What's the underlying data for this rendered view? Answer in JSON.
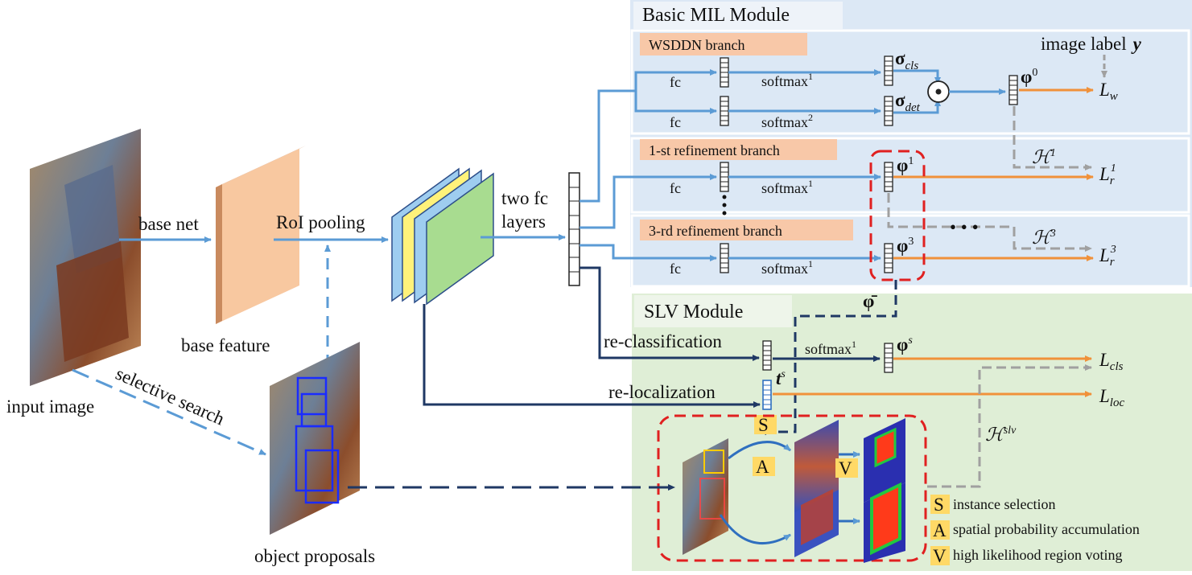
{
  "modules": {
    "mil": "Basic MIL Module",
    "slv": "SLV Module"
  },
  "branches": {
    "wsddn": "WSDDN branch",
    "ref1": "1-st refinement branch",
    "ref3": "3-rd refinement branch"
  },
  "left": {
    "input_image": "input image",
    "base_net": "base net",
    "base_feature": "base feature",
    "roi_pooling": "RoI pooling",
    "selective_search": "selective search",
    "object_proposals": "object proposals",
    "two_fc_line1": "two fc",
    "two_fc_line2": "layers"
  },
  "ops": {
    "fc": "fc",
    "softmax": "softmax",
    "re_classification": "re-classification",
    "re_localization": "re-localization",
    "odot": "⊙",
    "dots_h": "• • •",
    "image_label": "image label"
  },
  "math": {
    "sigma_cls": "σ",
    "sigma_cls_sub": "cls",
    "sigma_det": "σ",
    "sigma_det_sub": "det",
    "phi": "φ",
    "phi0_sup": "0",
    "phi1_sup": "1",
    "phi3_sup": "3",
    "phis_sup": "s",
    "phibar": "φ̄",
    "t": "t",
    "ts_sup": "s",
    "y": "y",
    "L": "L",
    "Lw_sub": "w",
    "Lr_sub": "r",
    "Lr1_sup": "1",
    "Lr3_sup": "3",
    "Lcls_sub": "cls",
    "Lloc_sub": "loc",
    "H": "ℋ",
    "H1_sup": "1",
    "H3_sup": "3",
    "Hslv_sup": "slv",
    "sup1": "1",
    "sup2": "2"
  },
  "legend": {
    "S_key": "S",
    "S_text": "instance selection",
    "A_key": "A",
    "A_text": "spatial probability accumulation",
    "V_key": "V",
    "V_text": "high likelihood region voting"
  },
  "colors": {
    "mil_bg": "#dce8f5",
    "slv_bg": "#dfeed6",
    "branch_tag": "#f8c8a8",
    "blue_arrow": "#5b9bd5",
    "dark_arrow": "#1f3864",
    "orange_arrow": "#f0913a",
    "gray_arrow": "#a0a0a0",
    "red_dash": "#e02020",
    "key_bg": "#ffd966"
  }
}
